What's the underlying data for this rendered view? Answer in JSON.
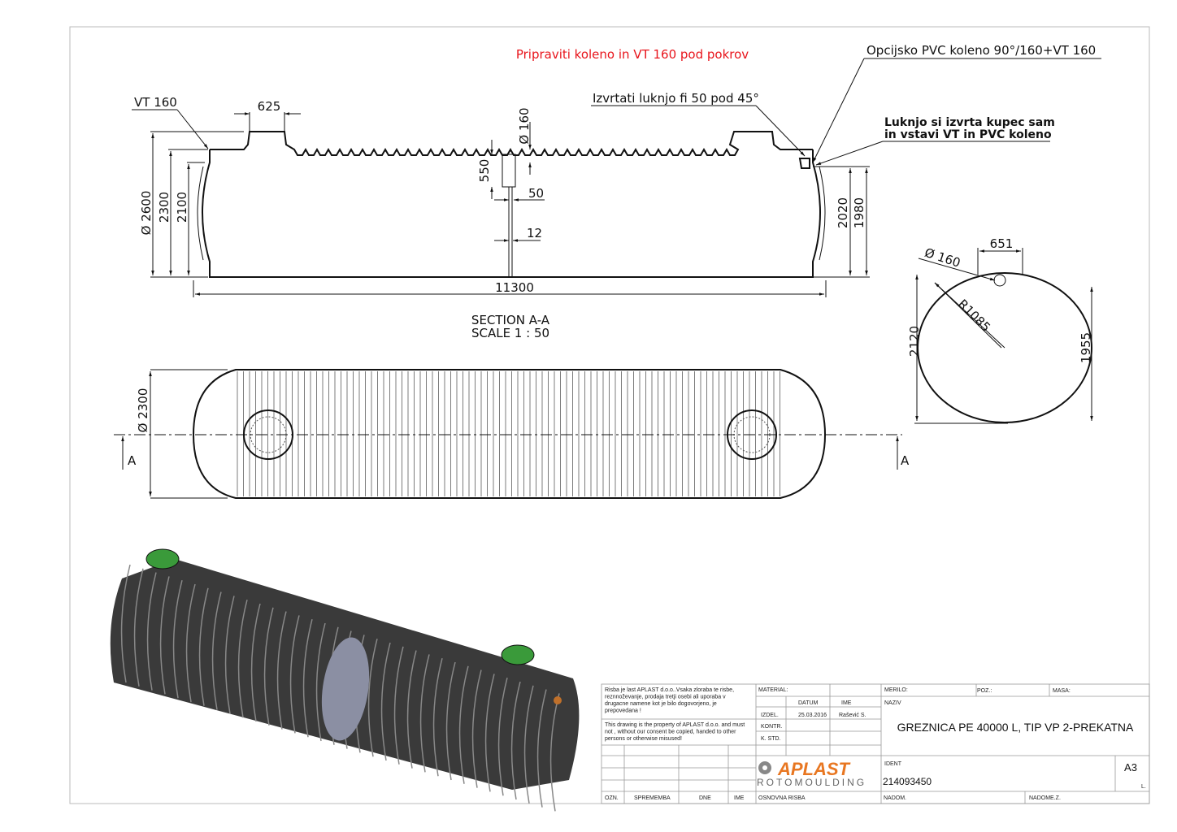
{
  "notes": {
    "red_note": "Pripraviti koleno in VT 160 pod pokrov",
    "optional_elbow": "Opcijsko  PVC koleno 90°/160+VT 160",
    "drill_hole": "Izvrtati luknjo fi 50 pod 45°",
    "customer_line1": "Luknjo si izvrta kupec sam",
    "customer_line2": "in vstavi VT in PVC koleno",
    "vt160": "VT 160"
  },
  "section": {
    "dims": {
      "manhole_width": "625",
      "pipe_dia": "Ø 160",
      "baffle_depth": "550",
      "baffle_gap": "50",
      "baffle_thick": "12",
      "outer_dia": "Ø 2600",
      "height_2300": "2300",
      "height_2100": "2100",
      "height_2020": "2020",
      "height_1980": "1980",
      "length": "11300"
    },
    "title": "SECTION A-A",
    "scale": "SCALE 1 : 50"
  },
  "end_view": {
    "pipe_dia": "Ø 160",
    "offset": "651",
    "radius": "R1085",
    "height_2120": "2120",
    "height_1955": "1955"
  },
  "plan": {
    "width_dia": "Ø 2300",
    "section_mark_left": "A",
    "section_mark_right": "A"
  },
  "title_block": {
    "disclaimer_si": [
      "Risba je last APLAST d.o.o..Vsaka zloraba te risbe,",
      "reznnoževanje, prodaja tretji osebi ali uporaba v",
      "drugacne namene kot je bilo dogovorjeno, je",
      "prepovedana !"
    ],
    "disclaimer_en": [
      "This drawing is the property of APLAST d.o.o. and must",
      "not , without our consent be copied, handed to other",
      "persons or otherwise misused!"
    ],
    "material_label": "MATERIAL:",
    "datum_label": "DATUM",
    "ime_label": "IME",
    "izdel_label": "IZDEL.",
    "izdel_date": "25.03.2016",
    "izdel_name": "Rašević S.",
    "kontr_label": "KONTR.",
    "kstd_label": "K. STD.",
    "merilo_label": "MERILO:",
    "poz_label": "POZ.:",
    "masa_label": "MASA:",
    "naziv_label": "NAZIV",
    "title": "GREZNICA  PE 40000 L, TIP VP  2-PREKATNA",
    "ident_label": "IDENT",
    "ident": "214093450",
    "sheet_size": "A3",
    "sheet_l": "L.",
    "logo_top": "APLAST",
    "logo_bottom": "ROTOMOULDING",
    "ozn_label": "OZN.",
    "sprememba_label": "SPREMEMBA",
    "dne_label": "DNE",
    "ime2_label": "IME",
    "osnovna_label": "OSNOVNA RISBA",
    "nadom_label": "NADOM.",
    "nadomez_label": "NADOME.Z."
  },
  "colors": {
    "note_red": "#e8141b",
    "logo_orange": "#e87722",
    "lid_green": "#3a9a3a"
  }
}
